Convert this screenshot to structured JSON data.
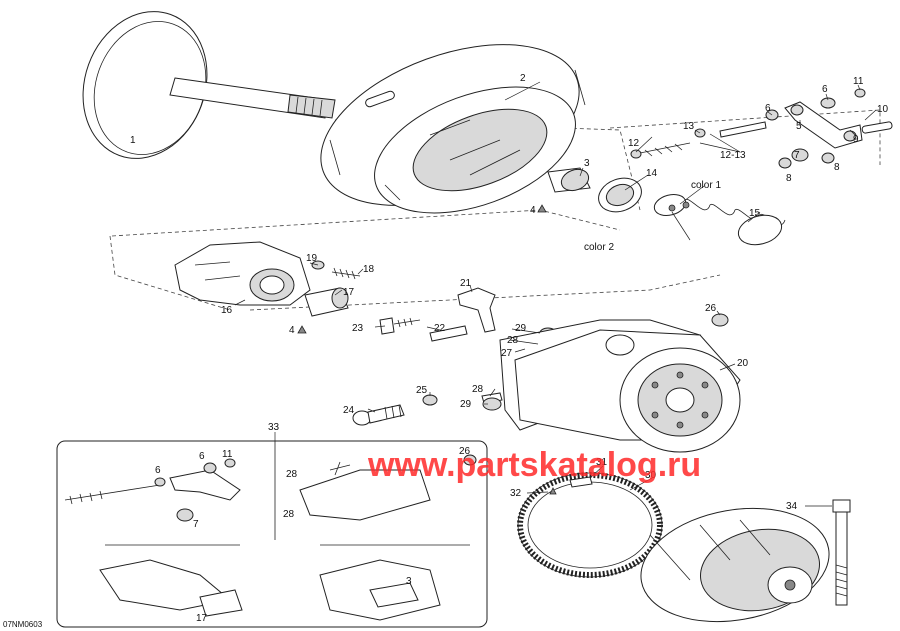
{
  "diagram": {
    "code": "07NM0603",
    "watermark": "www.partskatalog.ru",
    "labels": {
      "p1": "1",
      "p2": "2",
      "p3": "3",
      "p4a": "4",
      "p4b": "4",
      "p5": "5",
      "p6a": "6",
      "p6b": "6",
      "p7": "7",
      "p8a": "8",
      "p8b": "8",
      "p9": "9",
      "p10": "10",
      "p11": "11",
      "p12": "12",
      "p13": "13",
      "p1213": "12-13",
      "p14": "14",
      "p15": "15",
      "p16": "16",
      "p17": "17",
      "p18": "18",
      "p19": "19",
      "p20": "20",
      "p21": "21",
      "p22": "22",
      "p23": "23",
      "p24": "24",
      "p25": "25",
      "p26": "26",
      "p27": "27",
      "p28a": "28",
      "p28b": "28",
      "p29a": "29",
      "p29b": "29",
      "p30": "30",
      "p31": "31",
      "p32": "32",
      "p33": "33",
      "p34": "34",
      "color1": "color 1",
      "color2": "color 2",
      "i6a": "6",
      "i11": "11",
      "i6b": "6",
      "i7": "7",
      "i26": "26",
      "i28a": "28",
      "i28b": "28",
      "i3": "3",
      "i17": "17"
    }
  }
}
